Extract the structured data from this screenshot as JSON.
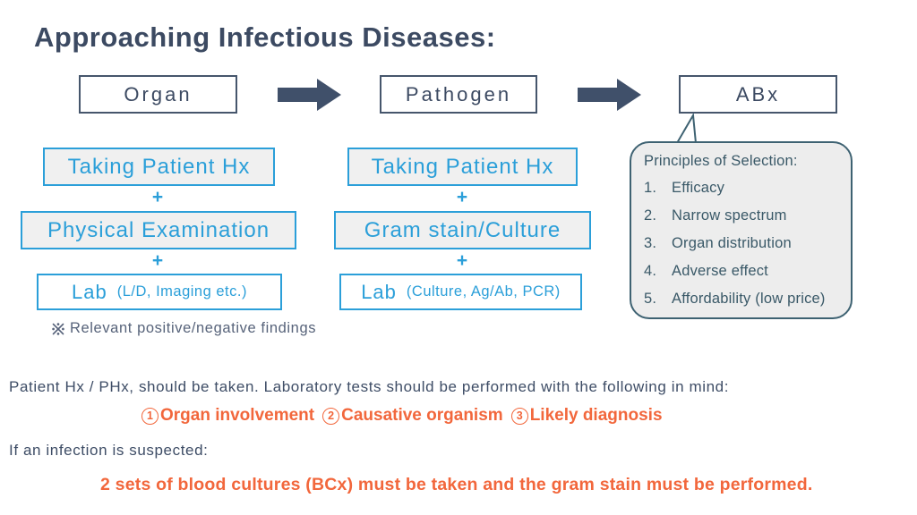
{
  "title": "Approaching Infectious Diseases:",
  "flow_steps": [
    "Organ",
    "Pathogen",
    "ABx"
  ],
  "plus": "+",
  "columns": {
    "organ": {
      "box1": "Taking Patient Hx",
      "box2": "Physical Examination",
      "lab_label": "Lab",
      "lab_detail": "(L/D, Imaging etc.)"
    },
    "pathogen": {
      "box1": "Taking Patient Hx",
      "box2": "Gram stain/Culture",
      "lab_label": "Lab",
      "lab_detail": "(Culture, Ag/Ab, PCR)"
    }
  },
  "note": "Relevant  positive/negative findings",
  "principles": {
    "title": "Principles of Selection:",
    "items": [
      {
        "num": "1.",
        "label": "Efficacy"
      },
      {
        "num": "2.",
        "label": "Narrow spectrum"
      },
      {
        "num": "3.",
        "label": "Organ distribution"
      },
      {
        "num": "4.",
        "label": "Adverse effect"
      },
      {
        "num": "5.",
        "label": "Affordability (low price)"
      }
    ]
  },
  "body": {
    "line1": "Patient Hx / PHx, should be taken. Laboratory tests should be performed with the following in mind:",
    "highlights": [
      {
        "num": "1",
        "label": "Organ involvement"
      },
      {
        "num": "2",
        "label": "Causative organism"
      },
      {
        "num": "3",
        "label": "Likely diagnosis"
      }
    ],
    "line2": "If an infection is suspected:",
    "final": "2 sets of blood cultures (BCx) must be taken and the gram stain must be performed."
  },
  "colors": {
    "slate": "#3C4A62",
    "arrow": "#40506A",
    "cyan": "#2B9FD9",
    "box_fill": "#F0F0F0",
    "orange": "#F2673C",
    "bubble_border": "#3E6272",
    "bubble_fill": "#EDEDED"
  }
}
